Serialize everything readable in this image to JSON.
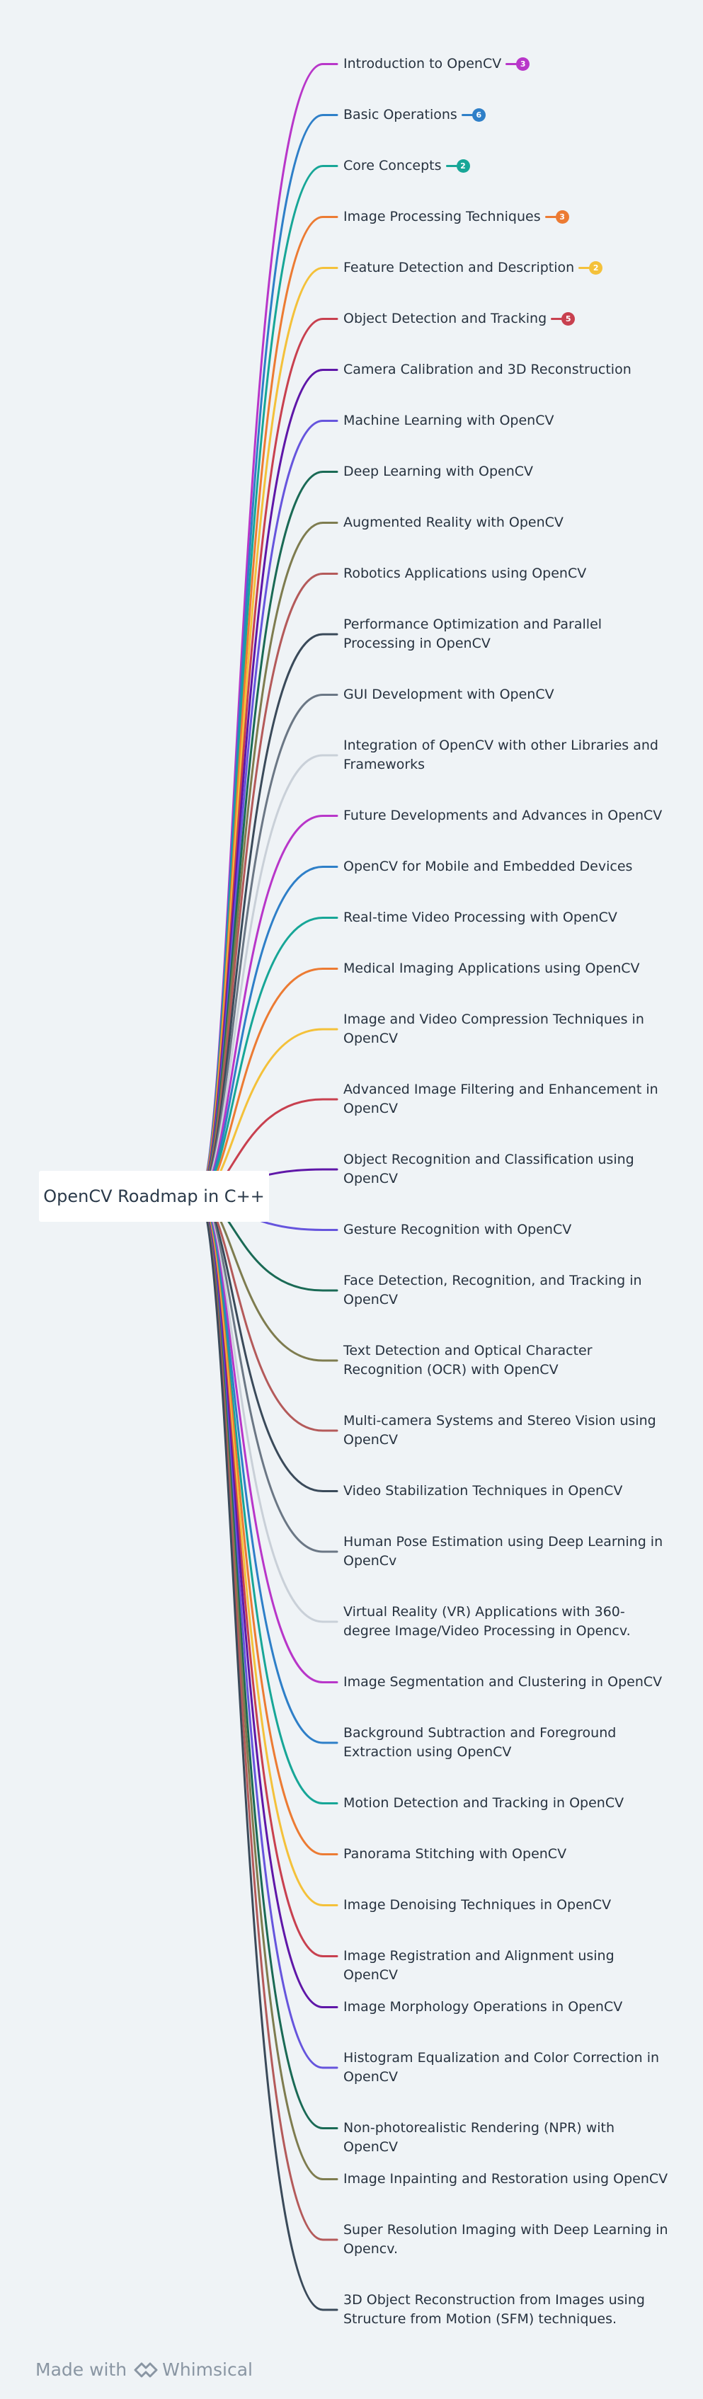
{
  "root": {
    "label": "OpenCV Roadmap in C++"
  },
  "footer": {
    "made_with": "Made with",
    "brand": "Whimsical"
  },
  "palette": [
    "#b836c9",
    "#2e7fc8",
    "#17a697",
    "#ec7b33",
    "#f4c13a",
    "#c8404f",
    "#5f17a8",
    "#6655dd",
    "#1a6a55",
    "#7e7c4f",
    "#b45a5a",
    "#3a4a5a",
    "#6b7785",
    "#c9d0d8"
  ],
  "children": [
    {
      "label": "Introduction to OpenCV",
      "badge": "3"
    },
    {
      "label": "Basic Operations",
      "badge": "6"
    },
    {
      "label": "Core Concepts",
      "badge": "2"
    },
    {
      "label": "Image Processing Techniques",
      "badge": "3"
    },
    {
      "label": "Feature Detection and Description",
      "badge": "2"
    },
    {
      "label": "Object Detection and Tracking",
      "badge": "5"
    },
    {
      "label": "Camera Calibration and 3D Reconstruction"
    },
    {
      "label": "Machine Learning with OpenCV"
    },
    {
      "label": "Deep Learning with OpenCV"
    },
    {
      "label": "Augmented Reality with OpenCV"
    },
    {
      "label": "Robotics Applications using OpenCV"
    },
    {
      "label": "Performance Optimization and Parallel Processing in OpenCV"
    },
    {
      "label": "GUI Development with OpenCV"
    },
    {
      "label": "Integration of OpenCV with other Libraries and Frameworks"
    },
    {
      "label": "Future Developments and Advances in OpenCV"
    },
    {
      "label": "OpenCV for Mobile and Embedded Devices"
    },
    {
      "label": "Real-time Video Processing with OpenCV"
    },
    {
      "label": "Medical Imaging Applications using OpenCV"
    },
    {
      "label": "Image and Video Compression Techniques in OpenCV"
    },
    {
      "label": "Advanced Image Filtering and Enhancement in OpenCV"
    },
    {
      "label": "Object Recognition and Classification using OpenCV"
    },
    {
      "label": "Gesture Recognition with OpenCV"
    },
    {
      "label": "Face Detection, Recognition, and Tracking in OpenCV"
    },
    {
      "label": "Text Detection and Optical Character Recognition (OCR) with OpenCV"
    },
    {
      "label": "Multi-camera Systems and Stereo Vision using OpenCV"
    },
    {
      "label": "Video Stabilization Techniques in OpenCV"
    },
    {
      "label": "Human Pose Estimation using Deep Learning in OpenCv"
    },
    {
      "label": "Virtual Reality (VR) Applications with 360-degree Image/Video Processing in Opencv."
    },
    {
      "label": "Image Segmentation and Clustering in OpenCV"
    },
    {
      "label": "Background Subtraction and Foreground Extraction using OpenCV"
    },
    {
      "label": "Motion Detection and Tracking in OpenCV"
    },
    {
      "label": "Panorama Stitching with OpenCV"
    },
    {
      "label": "Image Denoising Techniques in OpenCV"
    },
    {
      "label": "Image Registration and Alignment using OpenCV"
    },
    {
      "label": "Image Morphology Operations in OpenCV"
    },
    {
      "label": "Histogram Equalization and Color Correction in OpenCV"
    },
    {
      "label": "Non-photorealistic Rendering (NPR) with OpenCV"
    },
    {
      "label": "Image Inpainting and Restoration using OpenCV"
    },
    {
      "label": "Super Resolution Imaging with Deep Learning in Opencv."
    },
    {
      "label": "3D Object Reconstruction from Images using Structure from Motion (SFM) techniques."
    }
  ]
}
